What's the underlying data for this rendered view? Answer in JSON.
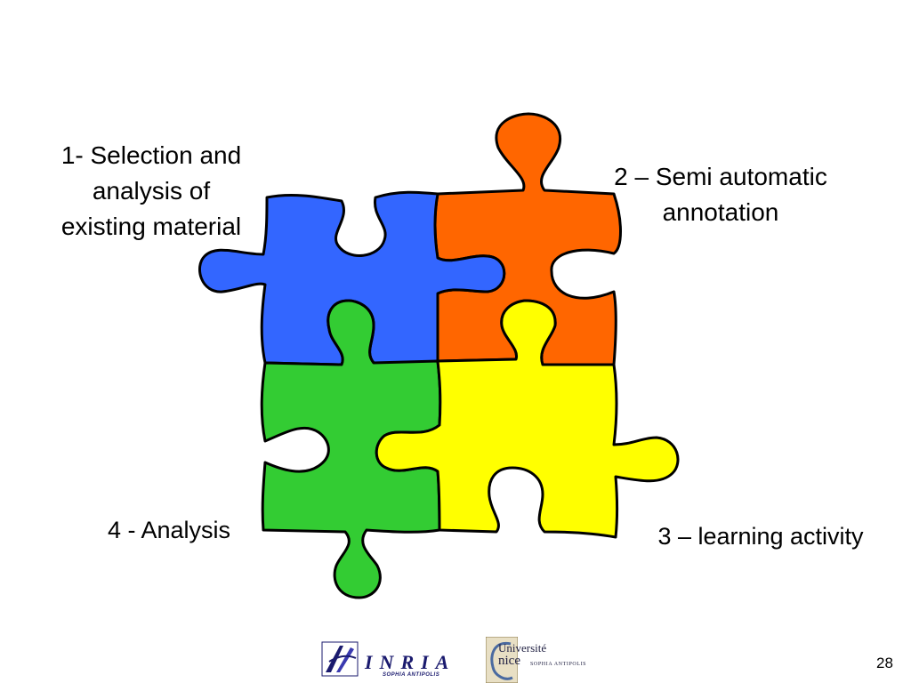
{
  "slide": {
    "page_number": "28"
  },
  "pieces": [
    {
      "step": "1",
      "lines": [
        "1- Selection and",
        "analysis of",
        "existing material"
      ],
      "color": "#3366ff"
    },
    {
      "step": "2",
      "lines": [
        "2 – Semi automatic",
        "annotation"
      ],
      "color": "#ff6600"
    },
    {
      "step": "3",
      "lines": [
        "3 – learning activity"
      ],
      "color": "#ffff00"
    },
    {
      "step": "4",
      "lines": [
        "4 - Analysis"
      ],
      "color": "#33cc33"
    }
  ],
  "logos": {
    "inria": {
      "name": "INRIA",
      "subtitle": "SOPHIA ANTIPOLIS",
      "color": "#1a1a6e"
    },
    "unice": {
      "line1": "Université",
      "line2": "nice",
      "subtitle": "SOPHIA ANTIPOLIS",
      "color": "#222244"
    }
  },
  "colors": {
    "outline": "#000000",
    "background": "#ffffff"
  }
}
